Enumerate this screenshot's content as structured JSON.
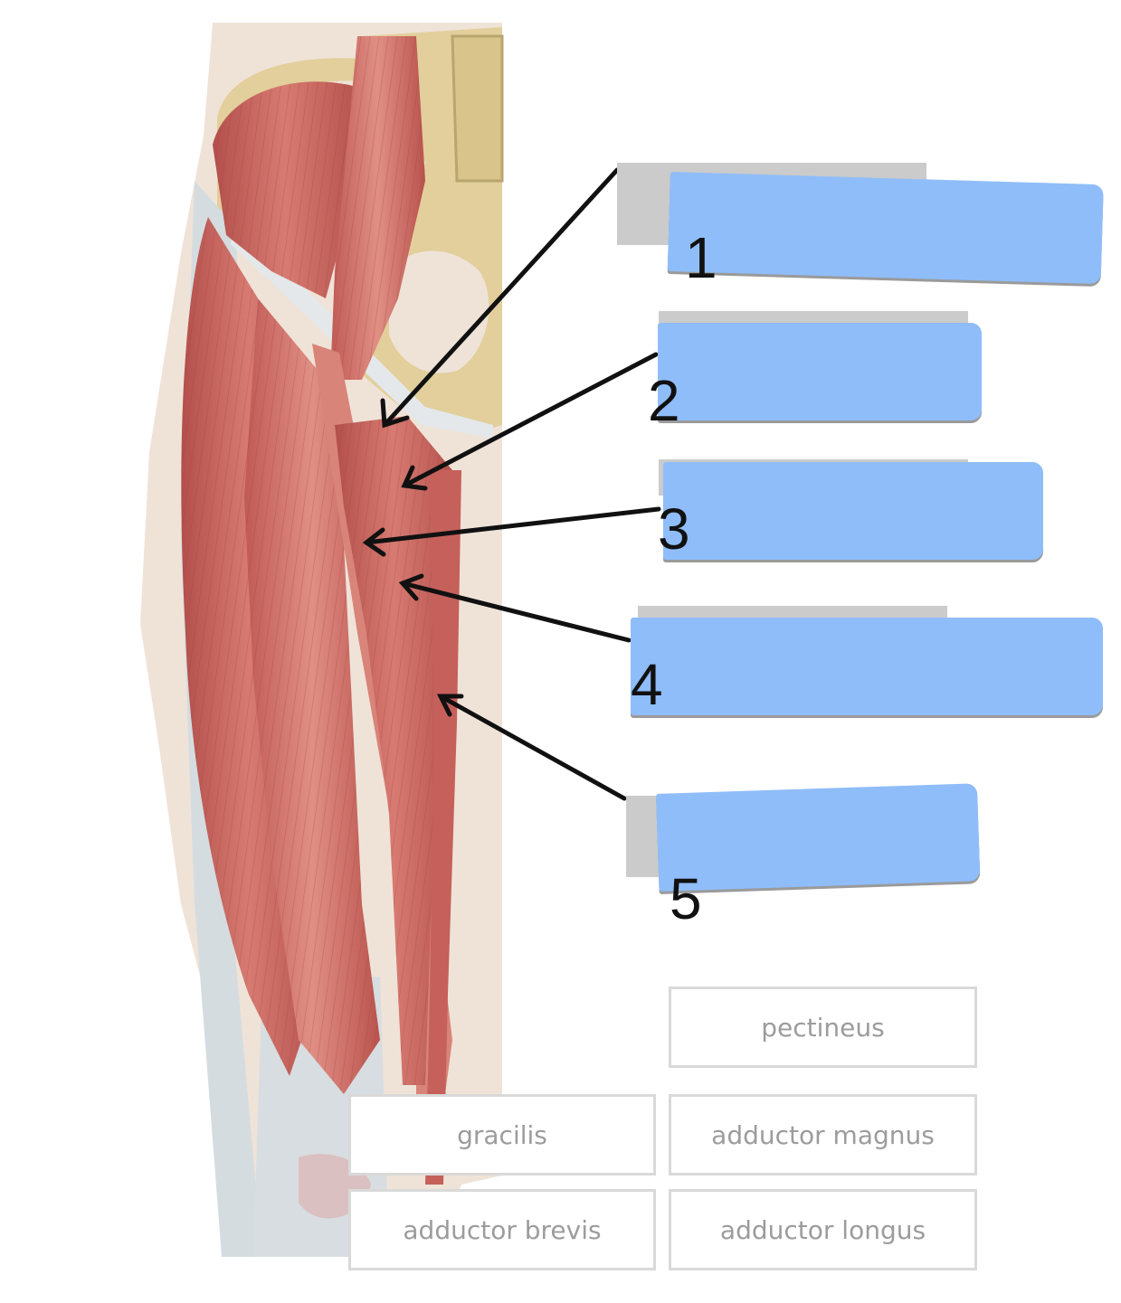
{
  "markers": [
    "1",
    "2",
    "3",
    "4",
    "5"
  ],
  "word_bank": [
    "pectineus",
    "gracilis",
    "adductor magnus",
    "adductor brevis",
    "adductor longus"
  ],
  "colors": {
    "drop_zone": "#8fbdf9",
    "drop_slot": "#cbcbcb",
    "chip_border": "#d9d9d9",
    "chip_text": "#9c9c9c",
    "muscle": "#c8655e",
    "bone": "#e2cf9b",
    "skin": "#efe3d8",
    "tendon": "#d5dcdf"
  }
}
